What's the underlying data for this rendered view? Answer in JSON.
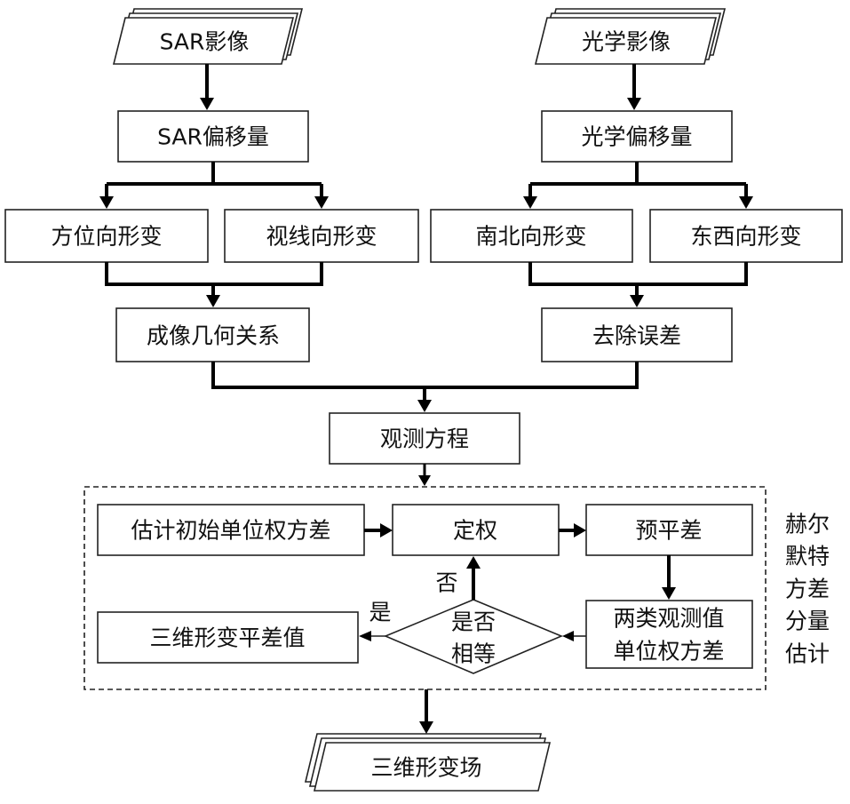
{
  "nodes": {
    "sar_image": "SAR影像",
    "optical_image": "光学影像",
    "sar_offset": "SAR偏移量",
    "optical_offset": "光学偏移量",
    "azimuth_deformation": "方位向形变",
    "los_deformation": "视线向形变",
    "ns_deformation": "南北向形变",
    "ew_deformation": "东西向形变",
    "imaging_geometry": "成像几何关系",
    "remove_error": "去除误差",
    "observation_equation": "观测方程",
    "estimate_initial_variance": "估计初始单位权方差",
    "weighting": "定权",
    "pre_adjustment": "预平差",
    "unit_weight_variance_line1": "两类观测值",
    "unit_weight_variance_line2": "单位权方差",
    "decision_line1": "是否",
    "decision_line2": "相等",
    "deformation_adjustment": "三维形变平差值",
    "deformation_field": "三维形变场"
  },
  "edge_labels": {
    "no": "否",
    "yes": "是"
  },
  "group_label": [
    "赫尔",
    "默特",
    "方差",
    "分量",
    "估计"
  ]
}
